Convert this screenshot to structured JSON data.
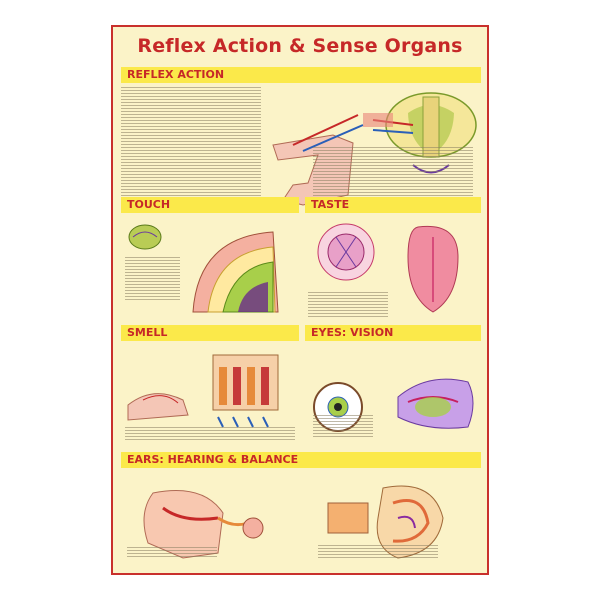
{
  "poster": {
    "title": "Reflex Action & Sense Organs",
    "sections": {
      "reflex": "REFLEX ACTION",
      "touch": "TOUCH",
      "taste": "TASTE",
      "smell": "SMELL",
      "eyes": "EYES: VISION",
      "ears": "EARS: HEARING & BALANCE"
    }
  },
  "colors": {
    "background": "#fbf3c8",
    "border": "#c9302c",
    "title": "#c62828",
    "section_band": "#fbe94a"
  }
}
